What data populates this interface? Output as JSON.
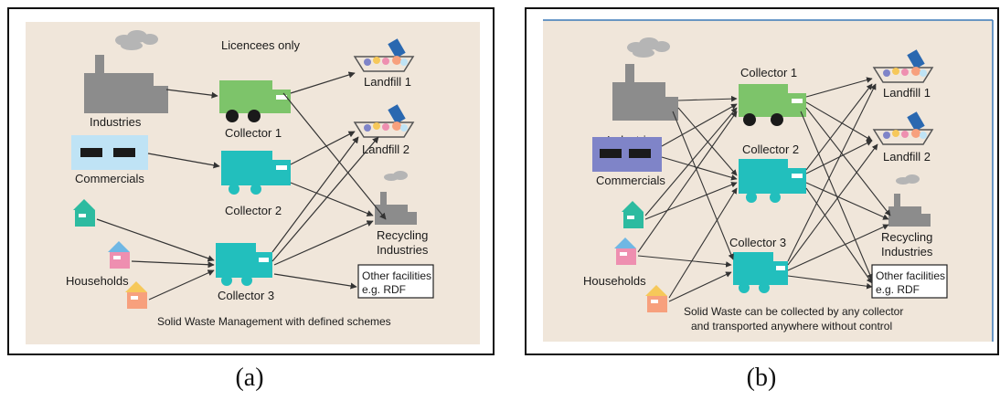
{
  "colors": {
    "background": "#f0e6da",
    "industry": "#8c8c8c",
    "collector_green": "#7dc46a",
    "collector_teal": "#22bfbd",
    "commercial_light": "#bfe3f5",
    "commercial_purple": "#7f84c8",
    "house_teal": "#2dbba0",
    "house_pink": "#ee8fb0",
    "house_orange": "#f7a07d",
    "house_roof_blue": "#6fb7e4",
    "house_roof_yellow": "#f6c85a",
    "frame_blue": "#3a78b8"
  },
  "panel_a": {
    "header": "Licencees only",
    "sources": [
      "Industries",
      "Commercials",
      "Households"
    ],
    "collectors": [
      "Collector 1",
      "Collector 2",
      "Collector 3"
    ],
    "destinations": [
      "Landfill 1",
      "Landfill 2",
      "Recycling",
      "Industries",
      "Other facilities",
      "e.g. RDF"
    ],
    "footer": "Solid Waste Management with defined schemes",
    "caption": "(a)"
  },
  "panel_b": {
    "sources": [
      "Industries",
      "Commercials",
      "Households"
    ],
    "collectors": [
      "Collector 1",
      "Collector 2",
      "Collector 3"
    ],
    "destinations": [
      "Landfill 1",
      "Landfill 2",
      "Recycling",
      "Industries",
      "Other facilities",
      "e.g. RDF"
    ],
    "footer_line1": "Solid Waste can be collected by any collector",
    "footer_line2": "and transported anywhere without control",
    "caption": "(b)"
  }
}
